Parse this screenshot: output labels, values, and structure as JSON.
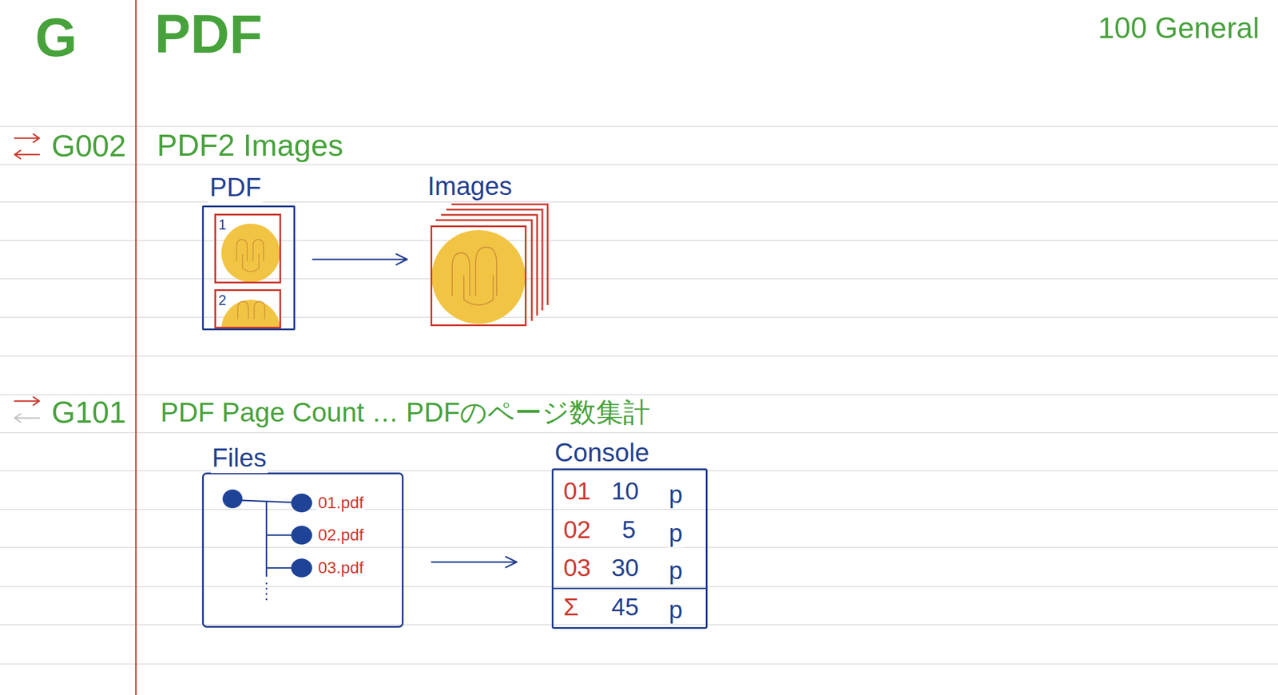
{
  "diagram": {
    "title": "PDF",
    "nodes": [
      {
        "text": [
          "PDF"
        ]
      },
      {
        "text": [
          "1"
        ],
        "in": 0
      },
      {
        "text": [
          "2"
        ],
        "in": 0
      },
      {
        "text": [
          "Images"
        ]
      },
      {
        "text": [
          "Files"
        ]
      },
      {
        "text": [
          "Console"
        ]
      }
    ],
    "edges": [
      {
        "from": 0,
        "to": 3,
        "arrow": "to"
      },
      {
        "from": 4,
        "to": 5,
        "arrow": "to"
      }
    ],
    "labels": [
      "G",
      "100 General",
      "G002",
      "PDF2 Images",
      "G101",
      "PDF Page Count … PDFのページ数集計",
      "01.pdf",
      "02.pdf",
      "03.pdf",
      "01",
      "10",
      "p",
      "02",
      "5",
      "p",
      "03",
      "30",
      "p",
      "Σ",
      "45",
      "p"
    ]
  }
}
